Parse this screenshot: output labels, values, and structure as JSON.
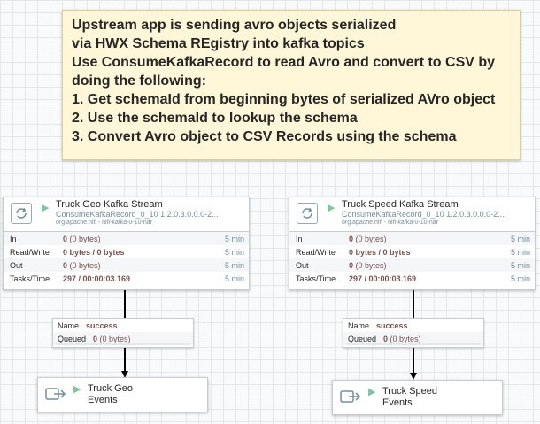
{
  "label_note": {
    "lines": [
      "Upstream app is sending avro objects serialized",
      "via HWX Schema REgistry into kafka topics",
      "Use ConsumeKafkaRecord to read Avro and convert to CSV by",
      "doing the following:",
      "1. Get schemaId from beginning bytes of serialized AVro object",
      "2. Use the schemaId to lookup the schema",
      "3. Convert Avro object to CSV Records using the schema"
    ]
  },
  "processors": [
    {
      "name": "Truck Geo Kafka Stream",
      "type": "ConsumeKafkaRecord_0_10 1.2.0.3.0.0.0-2...",
      "bundle": "org.apache.nifi - nifi-kafka-0-10-nar",
      "stats": [
        {
          "key": "In",
          "value": "0",
          "paren": "(0 bytes)",
          "time": "5 min"
        },
        {
          "key": "Read/Write",
          "value": "0 bytes / 0 bytes",
          "paren": "",
          "time": "5 min"
        },
        {
          "key": "Out",
          "value": "0",
          "paren": "(0 bytes)",
          "time": "5 min"
        },
        {
          "key": "Tasks/Time",
          "value": "297 / 00:00:03.169",
          "paren": "",
          "time": "5 min"
        }
      ]
    },
    {
      "name": "Truck Speed Kafka Stream",
      "type": "ConsumeKafkaRecord_0_10 1.2.0.3.0.0.0-2...",
      "bundle": "org.apache.nifi - nifi-kafka-0-10-nar",
      "stats": [
        {
          "key": "In",
          "value": "0",
          "paren": "(0 bytes)",
          "time": "5 min"
        },
        {
          "key": "Read/Write",
          "value": "0 bytes / 0 bytes",
          "paren": "",
          "time": "5 min"
        },
        {
          "key": "Out",
          "value": "0",
          "paren": "(0 bytes)",
          "time": "5 min"
        },
        {
          "key": "Tasks/Time",
          "value": "297 / 00:00:03.169",
          "paren": "",
          "time": "5 min"
        }
      ]
    }
  ],
  "connections": [
    {
      "name_key": "Name",
      "name_value": "success",
      "queued_key": "Queued",
      "queued_value": "0",
      "queued_paren": "(0 bytes)"
    },
    {
      "name_key": "Name",
      "name_value": "success",
      "queued_key": "Queued",
      "queued_value": "0",
      "queued_paren": "(0 bytes)"
    }
  ],
  "ports": [
    {
      "line1": "Truck Geo",
      "line2": "Events"
    },
    {
      "line1": "Truck Speed",
      "line2": "Events"
    }
  ],
  "icons": {
    "processor": "processor-icon",
    "port": "output-port-icon",
    "run": "running-play-icon"
  },
  "colors": {
    "running": "#7dc7a0",
    "label_bg": "#fff7d7",
    "value_text": "#775351"
  }
}
